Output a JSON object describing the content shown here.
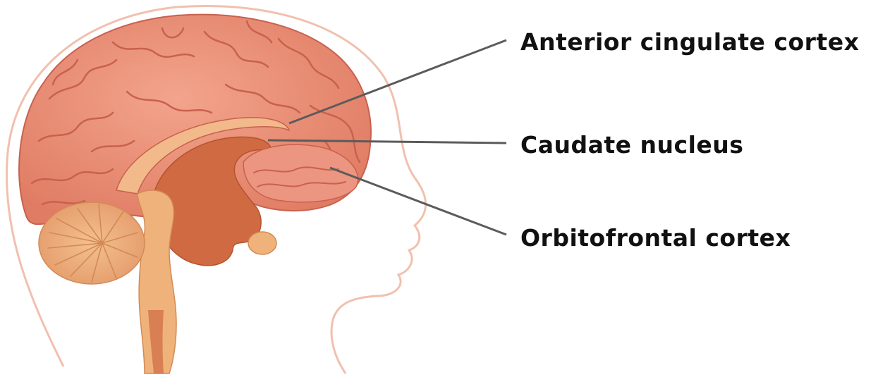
{
  "labels": {
    "anterior_cingulate": "Anterior cingulate cortex",
    "caudate": "Caudate nucleus",
    "orbitofrontal": "Orbitofrontal cortex"
  },
  "colors": {
    "cortex": "#e98b74",
    "cortex_fold": "#c8614e",
    "inner_light": "#f2b98a",
    "deep_structure": "#cf6a43",
    "brainstem": "#efb27a",
    "cerebellum": "#e9a070",
    "head_outline": "#f1c0ae",
    "leader_line": "#5b5b5b"
  },
  "icons": {
    "brain": "brain-sagittal-illustration"
  }
}
